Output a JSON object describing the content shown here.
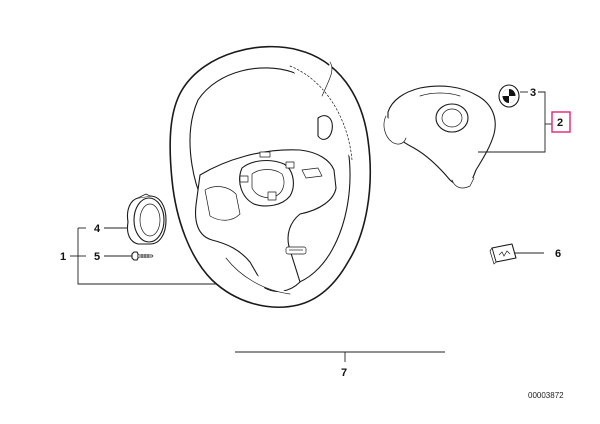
{
  "diagram": {
    "callouts": {
      "p1": "1",
      "p2": "2",
      "p3": "3",
      "p4": "4",
      "p5": "5",
      "p6": "6",
      "p7": "7"
    },
    "doc_number": "00003872",
    "highlight_color": "#e0237b",
    "icons": {
      "emblem": "roundel-emblem-icon",
      "badge": "m-badge-icon"
    }
  }
}
